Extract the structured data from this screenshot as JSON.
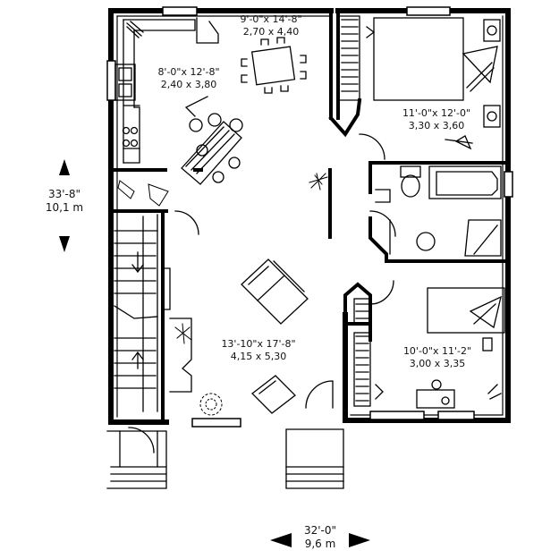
{
  "rooms": {
    "dining": {
      "imperial": "9'-0\"x 14'-8\"",
      "metric": "2,70 x 4,40"
    },
    "kitchen": {
      "imperial": "8'-0\"x 12'-8\"",
      "metric": "2,40 x 3,80"
    },
    "bedroom1": {
      "imperial": "11'-0\"x 12'-0\"",
      "metric": "3,30 x 3,60"
    },
    "living": {
      "imperial": "13'-10\"x 17'-8\"",
      "metric": "4,15 x 5,30"
    },
    "bedroom2": {
      "imperial": "10'-0\"x 11'-2\"",
      "metric": "3,00 x 3,35"
    }
  },
  "overall": {
    "depth": {
      "imperial": "33'-8\"",
      "metric": "10,1 m"
    },
    "width": {
      "imperial": "32'-0\"",
      "metric": "9,6 m"
    }
  },
  "colors": {
    "line": "#000000",
    "background": "#ffffff"
  }
}
